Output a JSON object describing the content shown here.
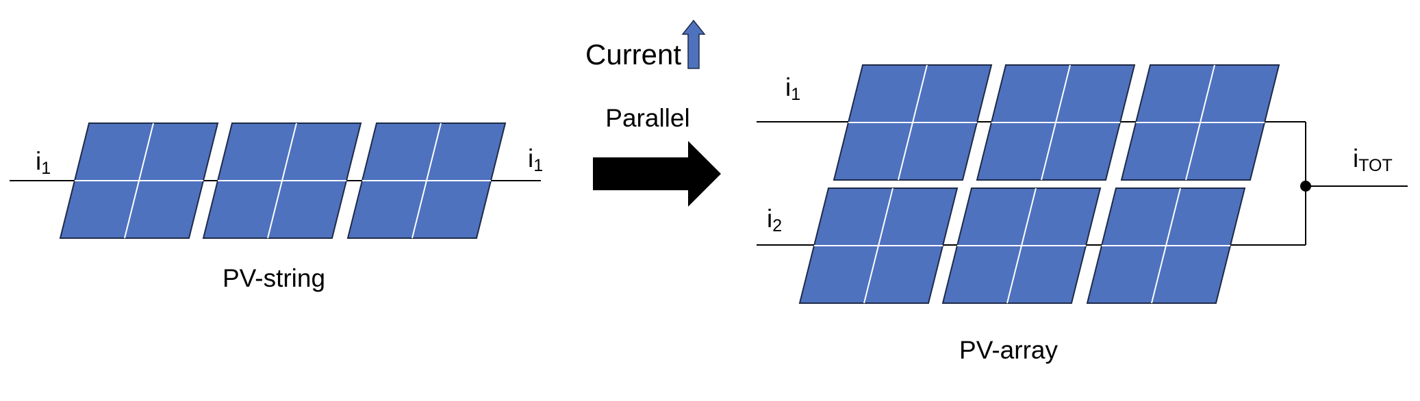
{
  "colors": {
    "panel_fill": "#4f72bf",
    "panel_stroke": "#1e2a47",
    "cell_line": "#ffffff",
    "wire": "#000000",
    "arrow_fill": "#000000",
    "current_arrow_fill": "#4f72bf"
  },
  "pv_string": {
    "label": "PV-string",
    "input_current": {
      "main": "i",
      "sub": "1"
    },
    "output_current": {
      "main": "i",
      "sub": "1"
    },
    "panel_count": 3
  },
  "transition": {
    "legend_label": "Current",
    "legend_icon": "up-arrow-icon",
    "connection_label": "Parallel",
    "arrow_icon": "right-arrow-icon"
  },
  "pv_array": {
    "label": "PV-array",
    "string_1_current": {
      "main": "i",
      "sub": "1"
    },
    "string_2_current": {
      "main": "i",
      "sub": "2"
    },
    "total_current": {
      "main": "i",
      "sub": "TOT"
    },
    "panels_per_string": 3,
    "string_count": 2
  }
}
